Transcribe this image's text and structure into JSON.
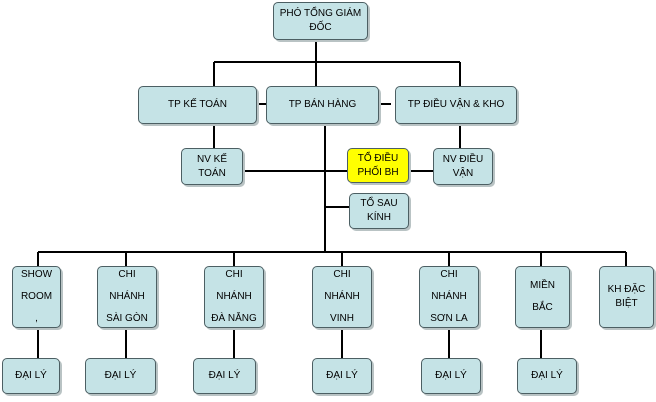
{
  "nodes": {
    "pho_tong_giam_doc": "PHÓ TỔNG GIÁM\nĐỐC",
    "tp_ke_toan": "TP KẾ TOÁN",
    "tp_ban_hang": "TP BÁN HÀNG",
    "tp_dieu_van_kho": "TP ĐIỀU VẬN & KHO",
    "nv_ke_toan": "NV KẾ\nTOÁN",
    "to_dieu_phoi_bh": "TỔ ĐIỀU\nPHỐI BH",
    "nv_dieu_van": "NV ĐIỀU\nVẬN",
    "to_sau_kinh": "TỔ SAU\nKÍNH",
    "show_room": "SHOW\nROOM\n,",
    "cn_sai_gon": "CHI\nNHÁNH\nSÀI GÒN",
    "cn_da_nang": "CHI\nNHÁNH\nĐÀ NẴNG",
    "cn_vinh": "CHI\nNHÁNH\nVINH",
    "cn_son_la": "CHI\nNHÁNH\nSƠN LA",
    "mien_bac": "MIỀN\nBẮC",
    "kh_dac_biet": "KH ĐẶC\nBIỆT",
    "dai_ly_1": "ĐẠI LÝ",
    "dai_ly_2": "ĐẠI LÝ",
    "dai_ly_3": "ĐẠI LÝ",
    "dai_ly_4": "ĐẠI LÝ",
    "dai_ly_5": "ĐẠI LÝ",
    "dai_ly_6": "ĐẠI LÝ"
  },
  "colors": {
    "node_fill": "#c5e3e6",
    "highlight_fill": "#ffff00",
    "border": "#4c5f63",
    "line": "#000000"
  }
}
